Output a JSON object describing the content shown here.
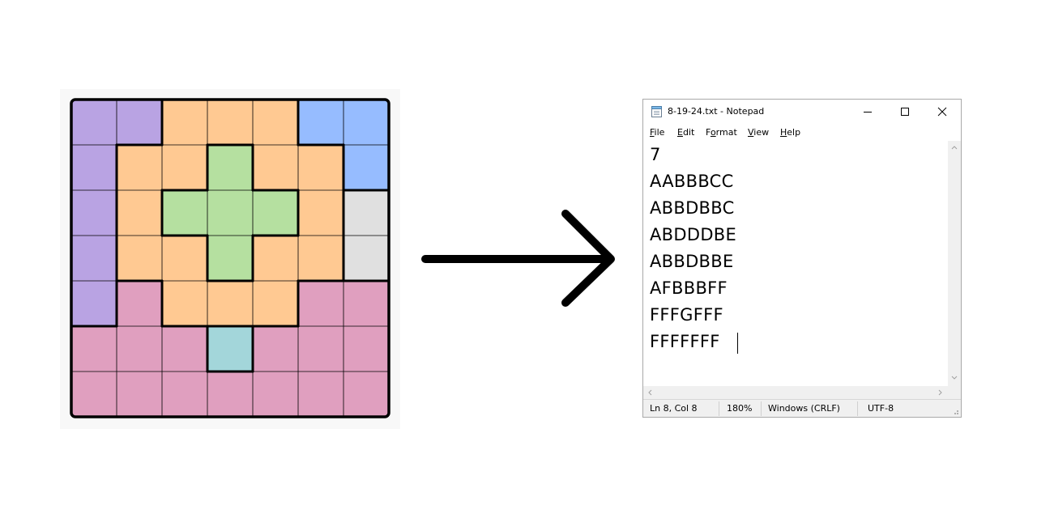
{
  "puzzle": {
    "grid": [
      "AABBBCC",
      "ABBDBBC",
      "ABDDDBE",
      "ABBDBBE",
      "AFBBBFF",
      "FFFGFFF",
      "FFFFFFF"
    ],
    "region_colors": {
      "A": "#b9a3e3",
      "B": "#ffc992",
      "C": "#96bcff",
      "D": "#b5e0a0",
      "E": "#e0e0e0",
      "F": "#e09fbf",
      "G": "#a3d6da"
    },
    "line_color": "#000000"
  },
  "arrow": {
    "icon": "right-arrow-icon",
    "color": "#000000"
  },
  "notepad": {
    "icon": "notepad-icon",
    "title": "8-19-24.txt - Notepad",
    "window_buttons": {
      "minimize": "minimize-icon",
      "maximize": "maximize-icon",
      "close": "close-icon"
    },
    "menu": [
      {
        "accel": "F",
        "rest": "ile"
      },
      {
        "accel": "E",
        "rest": "dit"
      },
      {
        "pre": "F",
        "accel": "o",
        "rest": "rmat"
      },
      {
        "accel": "V",
        "rest": "iew"
      },
      {
        "accel": "H",
        "rest": "elp"
      }
    ],
    "lines": [
      "7",
      "AABBBCC",
      "ABBDBBC",
      "ABDDDBE",
      "ABBDBBE",
      "AFBBBFF",
      "FFFGFFF",
      "FFFFFFF"
    ],
    "status": {
      "position": "Ln 8, Col 8",
      "zoom": "180%",
      "line_ending": "Windows (CRLF)",
      "encoding": "UTF-8"
    }
  }
}
